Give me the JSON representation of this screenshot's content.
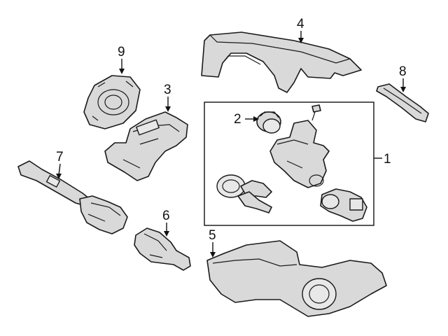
{
  "callouts": {
    "c1": "1",
    "c2": "2",
    "c3": "3",
    "c4": "4",
    "c5": "5",
    "c6": "6",
    "c7": "7",
    "c8": "8",
    "c9": "9"
  },
  "colors": {
    "line": "#1a1a1a",
    "fill": "#d9d9d9",
    "background": "#ffffff"
  }
}
